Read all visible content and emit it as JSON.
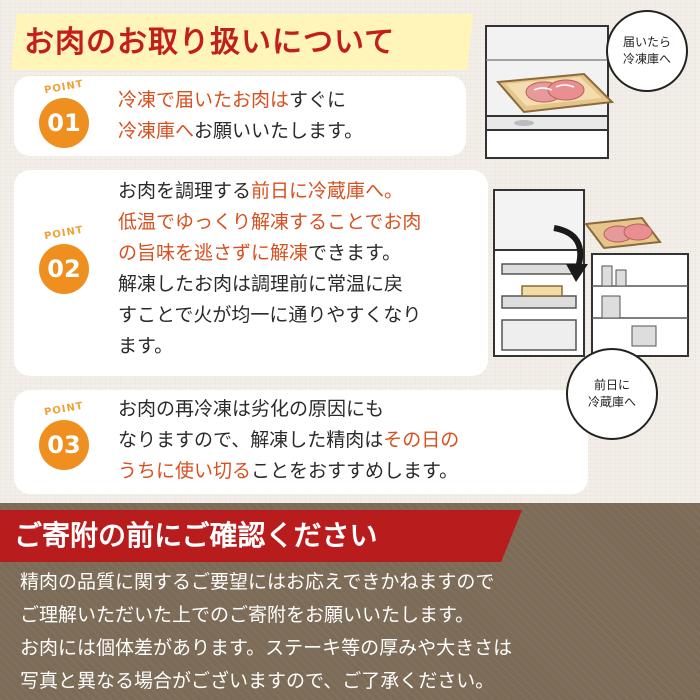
{
  "header": {
    "title": "お肉のお取り扱いについて"
  },
  "points": [
    {
      "label": "POINT",
      "number": "01",
      "lines": [
        [
          {
            "t": "冷凍で届いたお肉は",
            "hl": true
          },
          {
            "t": "すぐに",
            "hl": false
          }
        ],
        [
          {
            "t": "冷凍庫へ",
            "hl": true
          },
          {
            "t": "お願いいたします。",
            "hl": false
          }
        ]
      ]
    },
    {
      "label": "POINT",
      "number": "02",
      "lines": [
        [
          {
            "t": "お肉を調理する",
            "hl": false
          },
          {
            "t": "前日に冷蔵庫へ。",
            "hl": true
          }
        ],
        [
          {
            "t": "低温でゆっくり解凍することでお肉",
            "hl": true
          }
        ],
        [
          {
            "t": "の旨味を逃さずに解凍",
            "hl": true
          },
          {
            "t": "できます。",
            "hl": false
          }
        ],
        [
          {
            "t": "解凍したお肉は調理前に常温に戻",
            "hl": false
          }
        ],
        [
          {
            "t": "すことで火が均一に通りやすくなり",
            "hl": false
          }
        ],
        [
          {
            "t": "ます。",
            "hl": false
          }
        ]
      ]
    },
    {
      "label": "POINT",
      "number": "03",
      "lines": [
        [
          {
            "t": "お肉の再冷凍は劣化の原因にも",
            "hl": false
          }
        ],
        [
          {
            "t": "なりますので、解凍した精肉は",
            "hl": false
          },
          {
            "t": "その日の",
            "hl": true
          }
        ],
        [
          {
            "t": "うちに使い切る",
            "hl": true
          },
          {
            "t": "ことをおすすめします。",
            "hl": false
          }
        ]
      ]
    }
  ],
  "bubbles": {
    "freezer": [
      "届いたら",
      "冷凍庫へ"
    ],
    "fridge": [
      "前日に",
      "冷蔵庫へ"
    ]
  },
  "notice": {
    "title": "ご寄附の前にご確認ください",
    "lines": [
      "精肉の品質に関するご要望にはお応えできかねますので",
      "ご理解いただいた上でのご寄附をお願いいたします。",
      "お肉には個体差があります。ステーキ等の厚みや大きさは",
      "写真と異なる場合がございますので、ご了承ください。"
    ]
  },
  "colors": {
    "highlight": "#d8501f",
    "point_orange": "#ee8f1f",
    "banner_red": "#b91c1c",
    "title_red": "#c21e1e",
    "bottom_brown": "#7c6b57"
  },
  "icons": [
    "freezer-with-meat-illustration",
    "refrigerator-with-meat-illustration",
    "thaw-arrow-icon"
  ]
}
